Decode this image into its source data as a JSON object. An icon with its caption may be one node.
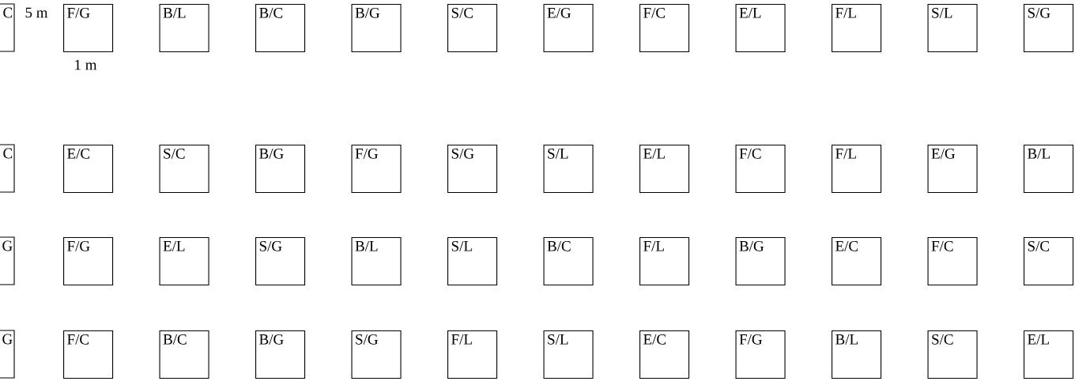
{
  "diagram": {
    "nodes": [
      {
        "text": [
          "C"
        ]
      },
      {
        "text": [
          "F/G"
        ]
      },
      {
        "text": [
          "B/L"
        ]
      },
      {
        "text": [
          "B/C"
        ]
      },
      {
        "text": [
          "B/G"
        ]
      },
      {
        "text": [
          "S/C"
        ]
      },
      {
        "text": [
          "E/G"
        ]
      },
      {
        "text": [
          "F/C"
        ]
      },
      {
        "text": [
          "E/L"
        ]
      },
      {
        "text": [
          "F/L"
        ]
      },
      {
        "text": [
          "S/L"
        ]
      },
      {
        "text": [
          "S/G"
        ]
      },
      {
        "text": [
          "C"
        ]
      },
      {
        "text": [
          "E/C"
        ]
      },
      {
        "text": [
          "S/C"
        ]
      },
      {
        "text": [
          "B/G"
        ]
      },
      {
        "text": [
          "F/G"
        ]
      },
      {
        "text": [
          "S/G"
        ]
      },
      {
        "text": [
          "S/L"
        ]
      },
      {
        "text": [
          "E/L"
        ]
      },
      {
        "text": [
          "F/C"
        ]
      },
      {
        "text": [
          "F/L"
        ]
      },
      {
        "text": [
          "E/G"
        ]
      },
      {
        "text": [
          "B/L"
        ]
      },
      {
        "text": [
          "G"
        ]
      },
      {
        "text": [
          "F/G"
        ]
      },
      {
        "text": [
          "E/L"
        ]
      },
      {
        "text": [
          "S/G"
        ]
      },
      {
        "text": [
          "B/L"
        ]
      },
      {
        "text": [
          "S/L"
        ]
      },
      {
        "text": [
          "B/C"
        ]
      },
      {
        "text": [
          "F/L"
        ]
      },
      {
        "text": [
          "B/G"
        ]
      },
      {
        "text": [
          "E/C"
        ]
      },
      {
        "text": [
          "F/C"
        ]
      },
      {
        "text": [
          "S/C"
        ]
      },
      {
        "text": [
          "G"
        ]
      },
      {
        "text": [
          "F/C"
        ]
      },
      {
        "text": [
          "B/C"
        ]
      },
      {
        "text": [
          "B/G"
        ]
      },
      {
        "text": [
          "S/G"
        ]
      },
      {
        "text": [
          "F/L"
        ]
      },
      {
        "text": [
          "S/L"
        ]
      },
      {
        "text": [
          "E/C"
        ]
      },
      {
        "text": [
          "F/G"
        ]
      },
      {
        "text": [
          "B/L"
        ]
      },
      {
        "text": [
          "S/C"
        ]
      },
      {
        "text": [
          "E/L"
        ]
      }
    ],
    "labels": [
      "5 m",
      "1 m"
    ]
  }
}
